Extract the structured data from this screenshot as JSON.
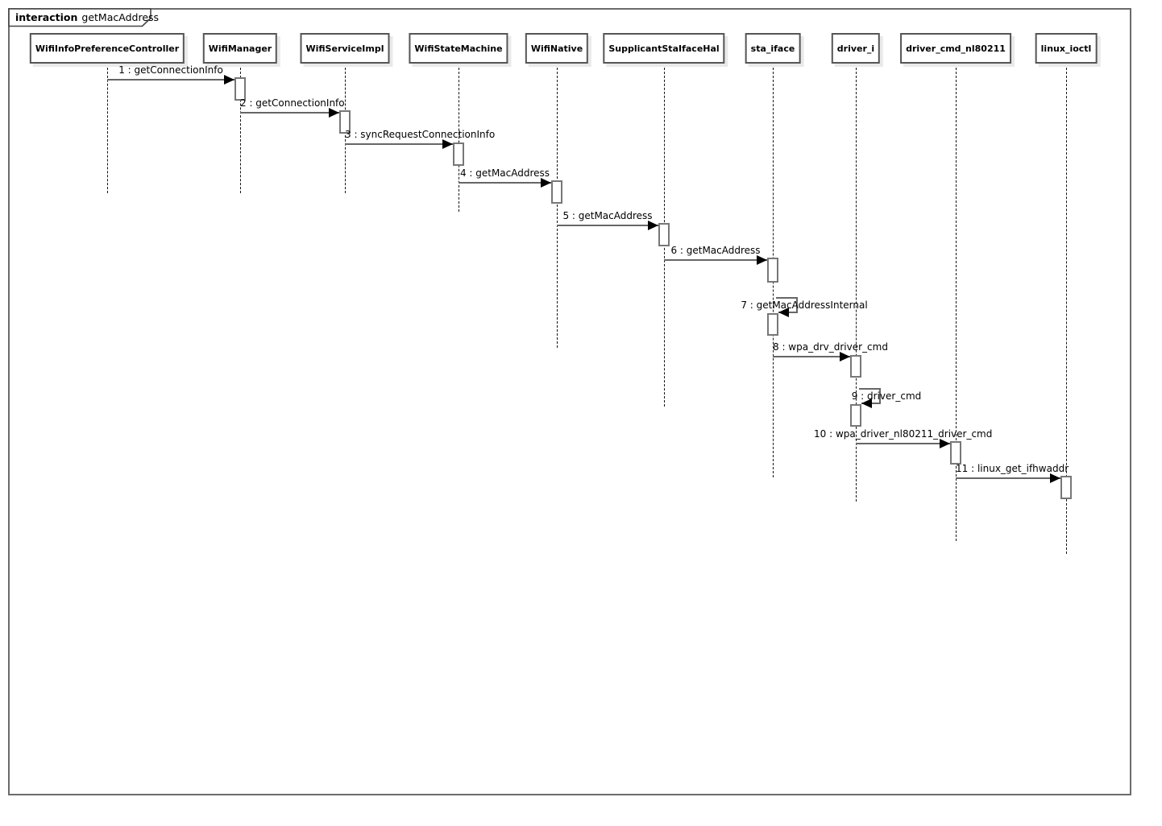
{
  "frame": {
    "keyword": "interaction",
    "title": "getMacAddress"
  },
  "lifelines": [
    {
      "name": "WifiInfoPreferenceController"
    },
    {
      "name": "WifiManager"
    },
    {
      "name": "WifiServiceImpl"
    },
    {
      "name": "WifiStateMachine"
    },
    {
      "name": "WifiNative"
    },
    {
      "name": "SupplicantStaIfaceHal"
    },
    {
      "name": "sta_iface"
    },
    {
      "name": "driver_i"
    },
    {
      "name": "driver_cmd_nl80211"
    },
    {
      "name": "linux_ioctl"
    }
  ],
  "messages": [
    {
      "seq": 1,
      "label": "1 : getConnectionInfo",
      "from": "WifiInfoPreferenceController",
      "to": "WifiManager",
      "kind": "call"
    },
    {
      "seq": 2,
      "label": "2 : getConnectionInfo",
      "from": "WifiManager",
      "to": "WifiServiceImpl",
      "kind": "call"
    },
    {
      "seq": 3,
      "label": "3 : syncRequestConnectionInfo",
      "from": "WifiServiceImpl",
      "to": "WifiStateMachine",
      "kind": "call"
    },
    {
      "seq": 4,
      "label": "4 : getMacAddress",
      "from": "WifiStateMachine",
      "to": "WifiNative",
      "kind": "call"
    },
    {
      "seq": 5,
      "label": "5 : getMacAddress",
      "from": "WifiNative",
      "to": "SupplicantStaIfaceHal",
      "kind": "call"
    },
    {
      "seq": 6,
      "label": "6 : getMacAddress",
      "from": "SupplicantStaIfaceHal",
      "to": "sta_iface",
      "kind": "call"
    },
    {
      "seq": 7,
      "label": "7 : getMacAddressInternal",
      "from": "sta_iface",
      "to": "sta_iface",
      "kind": "self"
    },
    {
      "seq": 8,
      "label": "8 : wpa_drv_driver_cmd",
      "from": "sta_iface",
      "to": "driver_i",
      "kind": "call"
    },
    {
      "seq": 9,
      "label": "9 : driver_cmd",
      "from": "driver_i",
      "to": "driver_i",
      "kind": "self"
    },
    {
      "seq": 10,
      "label": "10 : wpa_driver_nl80211_driver_cmd",
      "from": "driver_i",
      "to": "driver_cmd_nl80211",
      "kind": "call"
    },
    {
      "seq": 11,
      "label": "11 : linux_get_ifhwaddr",
      "from": "driver_cmd_nl80211",
      "to": "linux_ioctl",
      "kind": "call"
    }
  ],
  "colors": {
    "frame_border": "#6b6b6b",
    "box_border": "#555555",
    "message_line": "#666666",
    "arrowhead": "#000000",
    "shadow": "#e9e9e9",
    "background": "#ffffff"
  }
}
